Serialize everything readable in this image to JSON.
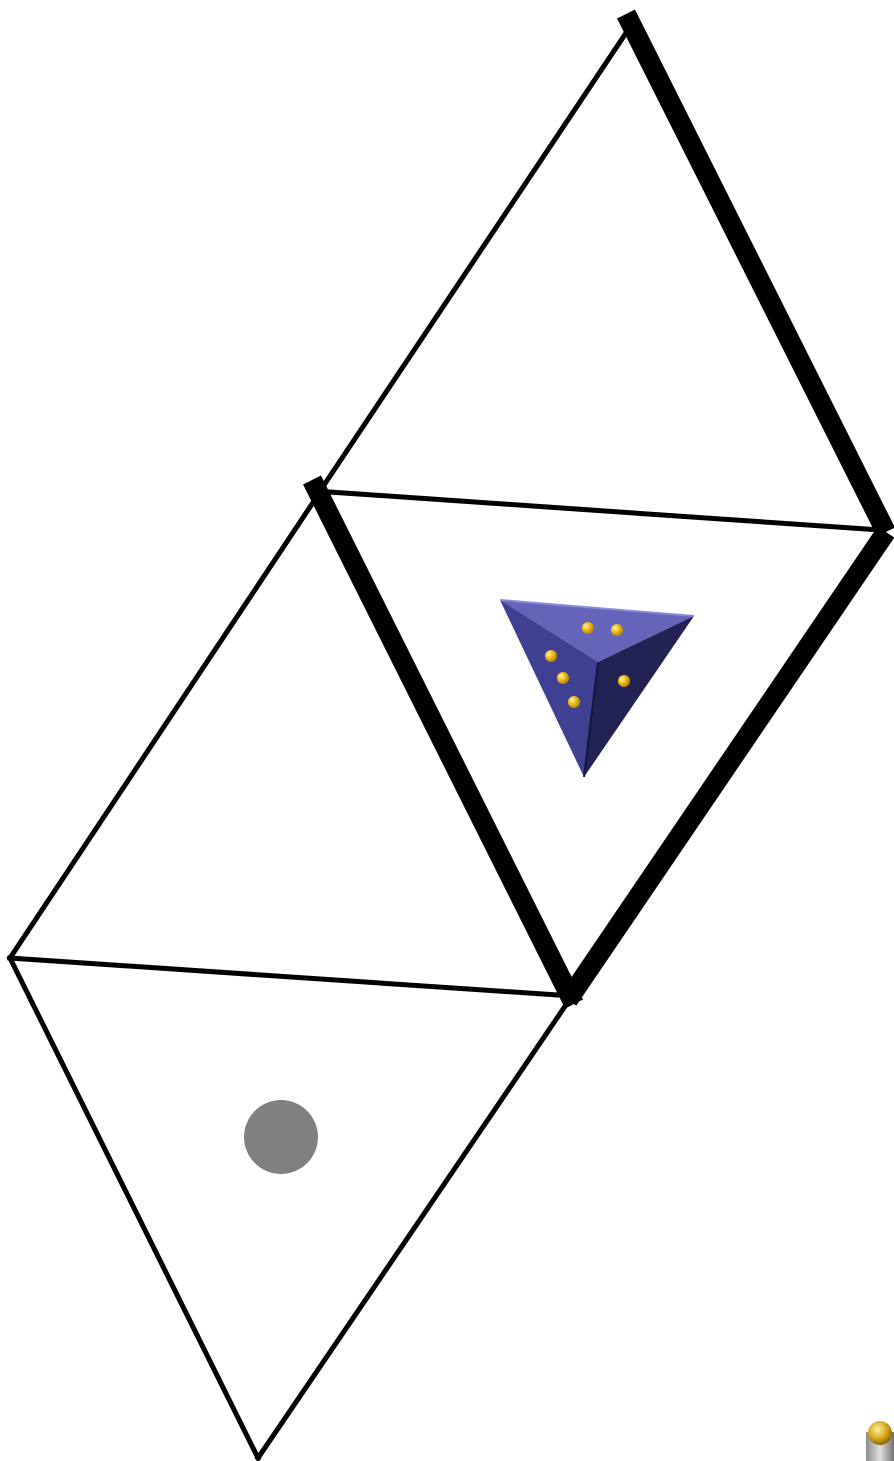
{
  "diagram": {
    "kind": "tetrahedron-net",
    "faces": [
      {
        "id": "top-face",
        "marker": "none"
      },
      {
        "id": "center-face",
        "marker": "tetrahedron-die-image"
      },
      {
        "id": "left-face",
        "marker": "none"
      },
      {
        "id": "bottom-face",
        "marker": "circle"
      }
    ],
    "die_image": {
      "face_count_visible": 3,
      "pips": [
        2,
        3,
        1
      ]
    },
    "colors": {
      "edge": "#000000",
      "circle_marker": "#808080",
      "die_top_face": "#5e5fb0",
      "die_left_face": "#3d3e8c",
      "die_right_face": "#22234f",
      "pip": "#f5c21a",
      "background": "#ffffff"
    }
  }
}
